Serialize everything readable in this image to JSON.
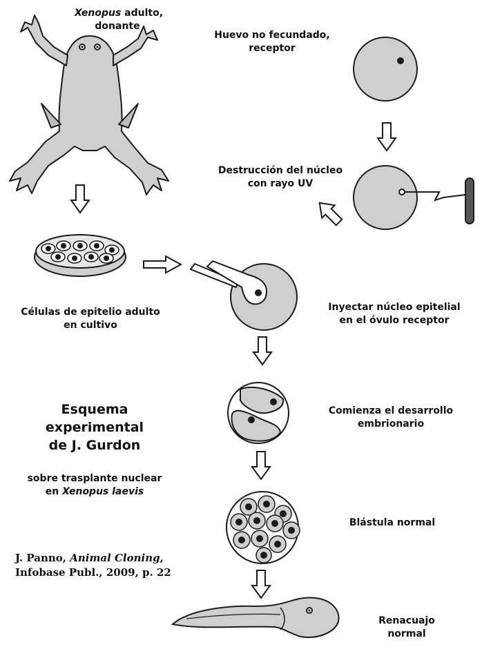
{
  "labels": {
    "donor_species": "Xenopus",
    "donor_rest": " adulto,",
    "donor_line2": "donante",
    "egg_line1": "Huevo no fecundado,",
    "egg_line2": "receptor",
    "uv_line1": "Destrucción del núcleo",
    "uv_line2": "con rayo UV",
    "cells_line1": "Células de epitelio adulto",
    "cells_line2": "en cultivo",
    "inject_line1": "Inyectar  núcleo epitelial",
    "inject_line2": "en el óvulo receptor",
    "dev_line1": "Comienza el desarrollo",
    "dev_line2": "embrionario",
    "blastula": "Blástula normal",
    "tadpole_line1": "Renacuajo",
    "tadpole_line2": "normal"
  },
  "title": {
    "line1": "Esquema",
    "line2": "experimental",
    "line3": "de J. Gurdon",
    "sub_line1": "sobre trasplante nuclear",
    "sub_prefix": "en ",
    "sub_species": "Xenopus laevis"
  },
  "citation": {
    "author": "J. Panno, ",
    "book": "Animal Cloning",
    "comma": ",",
    "line2": "Infobase Publ., 2009, p. 22"
  },
  "colors": {
    "fill": "#cfcfcf",
    "stroke": "#1a1a1a",
    "background": "#ffffff"
  }
}
